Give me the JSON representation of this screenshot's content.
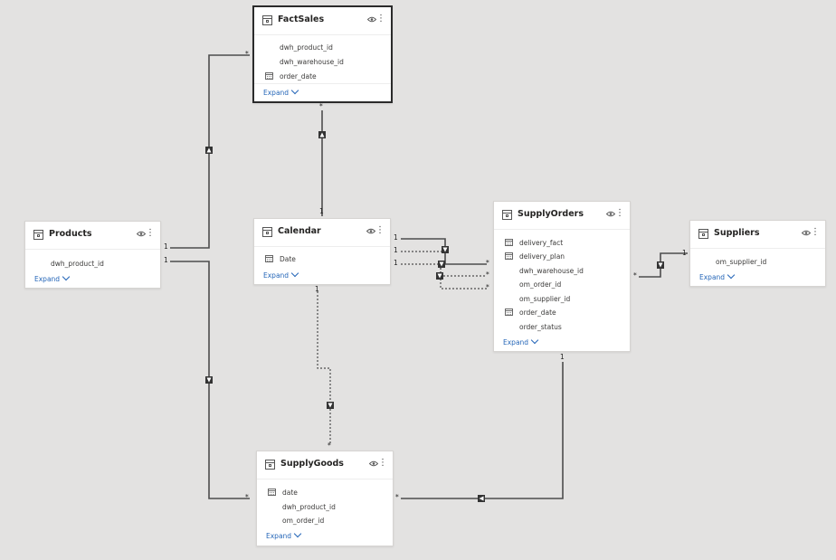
{
  "tables": {
    "factsales": {
      "title": "FactSales",
      "fields": [
        "dwh_product_id",
        "dwh_warehouse_id",
        "order_date"
      ],
      "expand": "Expand"
    },
    "products": {
      "title": "Products",
      "fields": [
        "dwh_product_id"
      ],
      "expand": "Expand"
    },
    "calendar": {
      "title": "Calendar",
      "fields": [
        "Date"
      ],
      "expand": "Expand"
    },
    "supplyorders": {
      "title": "SupplyOrders",
      "fields": [
        "delivery_fact",
        "delivery_plan",
        "dwh_warehouse_id",
        "om_order_id",
        "om_supplier_id",
        "order_date",
        "order_status"
      ],
      "expand": "Expand"
    },
    "suppliers": {
      "title": "Suppliers",
      "fields": [
        "om_supplier_id"
      ],
      "expand": "Expand"
    },
    "supplygoods": {
      "title": "SupplyGoods",
      "fields": [
        "date",
        "dwh_product_id",
        "om_order_id"
      ],
      "expand": "Expand"
    }
  },
  "cardinality": {
    "one": "1",
    "many": "*"
  },
  "icons": {
    "table": "table-icon",
    "date_field": "calendar-icon",
    "visibility": "eye-icon",
    "menu": "more-options-icon",
    "expand": "chevron-down-icon",
    "direction": "filter-direction-arrow-icon"
  },
  "colors": {
    "canvas": "#e3e2e1",
    "link": "#2566b8",
    "line": "#555555"
  }
}
